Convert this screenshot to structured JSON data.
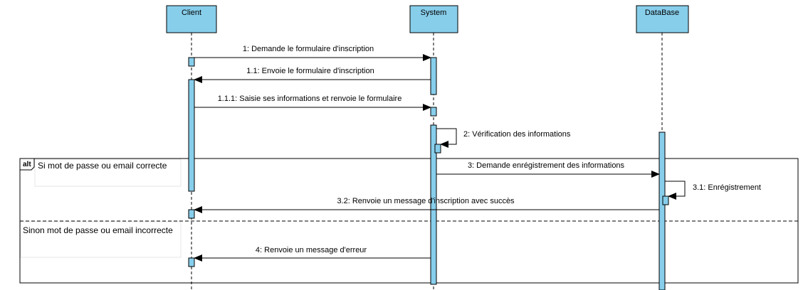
{
  "colors": {
    "participant_fill": "#87ceeb",
    "activation_fill": "#87ceeb",
    "stroke": "#000000",
    "background": "#ffffff"
  },
  "participants": {
    "client": "Client",
    "system": "System",
    "database": "DataBase"
  },
  "messages": {
    "m1": "1: Demande le formulaire d'inscription",
    "m1_1": "1.1: Envoie le formulaire d'inscription",
    "m1_1_1": "1.1.1: Saisie ses informations et renvoie le formulaire",
    "m2": "2: Vérification des informations",
    "m3": "3: Demande enrégistrement des informations",
    "m3_1": "3.1: Enrégistrement",
    "m3_2": "3.2: Renvoie un message d'inscription avec succès",
    "m4": "4: Renvoie un message d'erreur"
  },
  "alt_fragment": {
    "operator": "alt",
    "guard_1": "Si mot de passe ou email correcte",
    "guard_2": "Sinon mot de passe ou email incorrecte"
  }
}
